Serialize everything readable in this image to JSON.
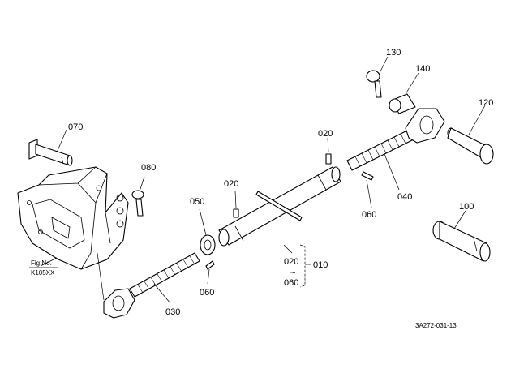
{
  "diagram": {
    "callouts": {
      "p010": "010",
      "p020a": "020",
      "p020b": "020",
      "p020c": "020",
      "p030": "030",
      "p040": "040",
      "p050": "050",
      "p060a": "060",
      "p060b": "060",
      "p060c": "060",
      "p070": "070",
      "p080": "080",
      "p100": "100",
      "p120": "120",
      "p130": "130",
      "p140": "140"
    },
    "range_separator": "~",
    "reference_box": {
      "line1": "Fig.No.",
      "line2": "K105XX"
    },
    "drawing_code": "3A272-031-13"
  }
}
